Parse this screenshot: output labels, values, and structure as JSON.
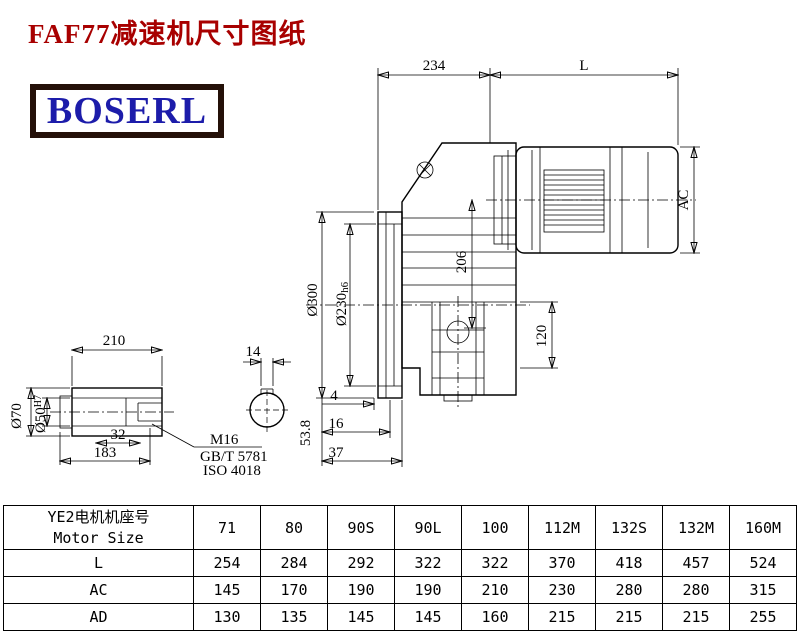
{
  "page": {
    "title": "FAF77减速机尺寸图纸",
    "logo_text": "BOSERL"
  },
  "drawing": {
    "dims": {
      "d234": "234",
      "dL": "L",
      "dAC": "AC",
      "d206": "206",
      "d120": "120",
      "d300": "Ø300",
      "d230": "Ø230",
      "d230_tol": "h6",
      "d210": "210",
      "d14": "14",
      "d32": "32",
      "d183": "183",
      "d70": "Ø70",
      "d50": "Ø50",
      "d50_tol": "H7",
      "d4": "4",
      "d16": "16",
      "d37": "37",
      "d53_8": "53.8",
      "thread": "M16",
      "standard_gb": "GB/T 5781",
      "standard_iso": "ISO 4018"
    }
  },
  "table": {
    "header": {
      "line1": "YE2电机机座号",
      "line2": "Motor Size"
    },
    "columns": [
      "71",
      "80",
      "90S",
      "90L",
      "100",
      "112M",
      "132S",
      "132M",
      "160M"
    ],
    "rows": [
      {
        "label": "L",
        "values": [
          "254",
          "284",
          "292",
          "322",
          "322",
          "370",
          "418",
          "457",
          "524"
        ]
      },
      {
        "label": "AC",
        "values": [
          "145",
          "170",
          "190",
          "190",
          "210",
          "230",
          "280",
          "280",
          "315"
        ]
      },
      {
        "label": "AD",
        "values": [
          "130",
          "135",
          "145",
          "145",
          "160",
          "215",
          "215",
          "215",
          "255"
        ]
      }
    ]
  },
  "colors": {
    "title": "#a80000",
    "logo_text": "#1c1caa",
    "logo_border": "#241008",
    "line": "#000000"
  }
}
